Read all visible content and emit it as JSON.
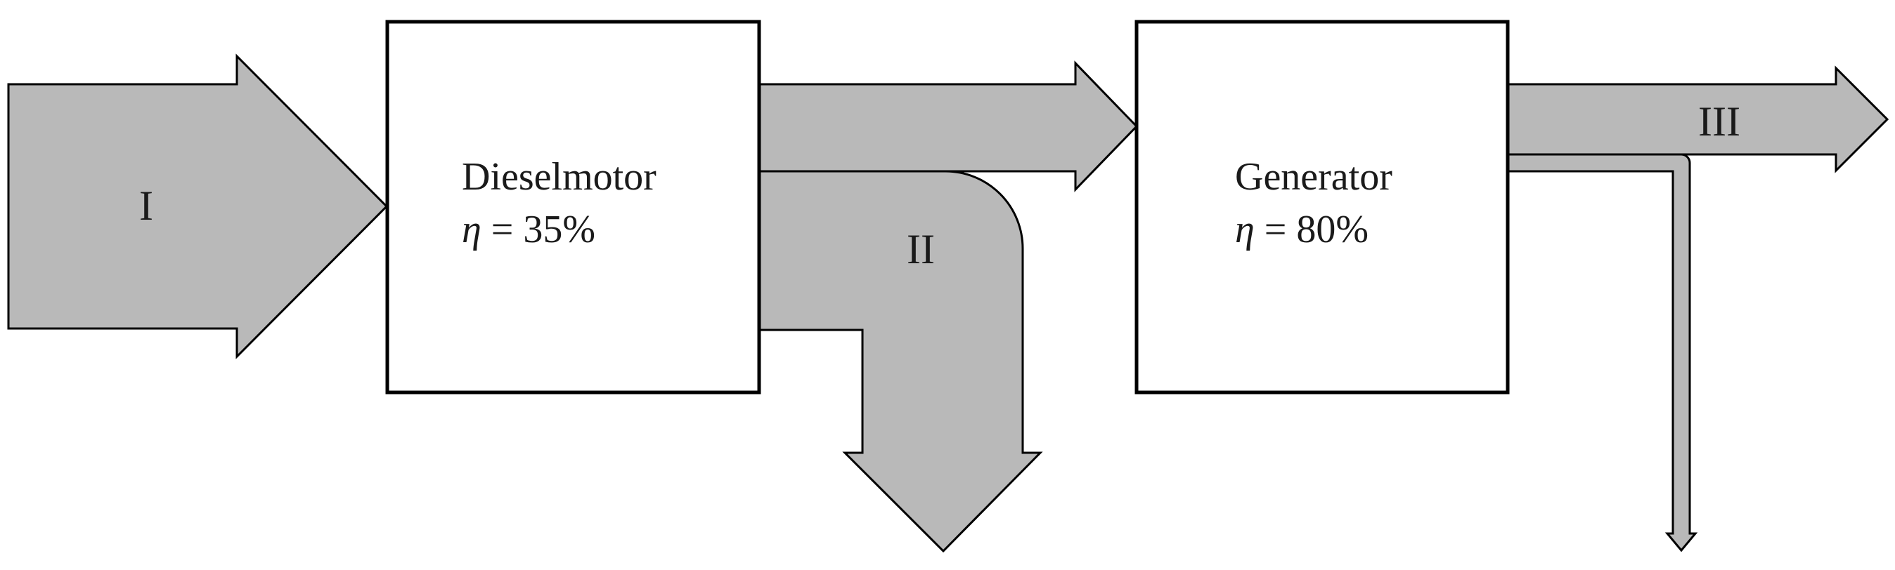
{
  "colors": {
    "flow_fill": "#b9b9b9",
    "block_fill": "#ffffff",
    "stroke": "#000000"
  },
  "flows": {
    "input": {
      "label": "I"
    },
    "loss": {
      "label": "II"
    },
    "output": {
      "label": "III"
    }
  },
  "blocks": {
    "diesel": {
      "name": "Dieselmotor",
      "eta_symbol": "η",
      "eta_rest": " = 35%"
    },
    "generator": {
      "name": "Generator",
      "eta_symbol": "η",
      "eta_rest": " = 80%"
    }
  }
}
